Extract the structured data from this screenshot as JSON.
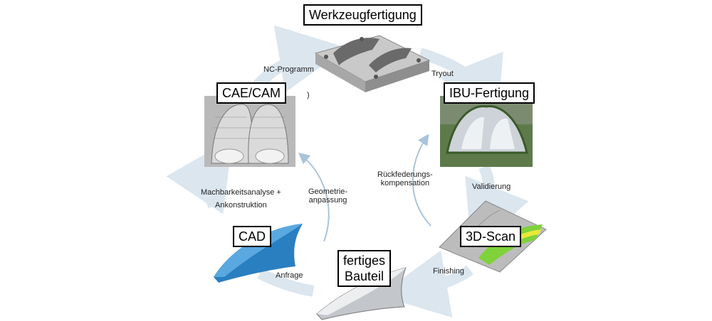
{
  "boxes": {
    "werkzeug": "Werkzeugfertigung",
    "caecam": "CAE/CAM",
    "ibu": "IBU-Fertigung",
    "scan": "3D-Scan",
    "cad": "CAD",
    "bauteil_line1": "fertiges",
    "bauteil_line2": "Bauteil"
  },
  "labels": {
    "nc_programm": "NC-Programm",
    "tryout": "Tryout",
    "rueckfederung_line1": "Rückfederungs-",
    "rueckfederung_line2": "kompensation",
    "validierung": "Validierung",
    "geometrie_line1": "Geometrie-",
    "geometrie_line2": "anpassung",
    "machbarkeit_line1": "Machbarkeitsanalyse +",
    "machbarkeit_line2": "Ankonstruktion",
    "anfrage": "Anfrage",
    "finishing": "Finishing",
    "stray_mark": ")"
  },
  "colors": {
    "cycle_arrow": "#dbe6ef",
    "inner_arrow": "#a9c4da",
    "cad_blue": "#2a7fc0",
    "scan_green": "#7fd23a"
  }
}
